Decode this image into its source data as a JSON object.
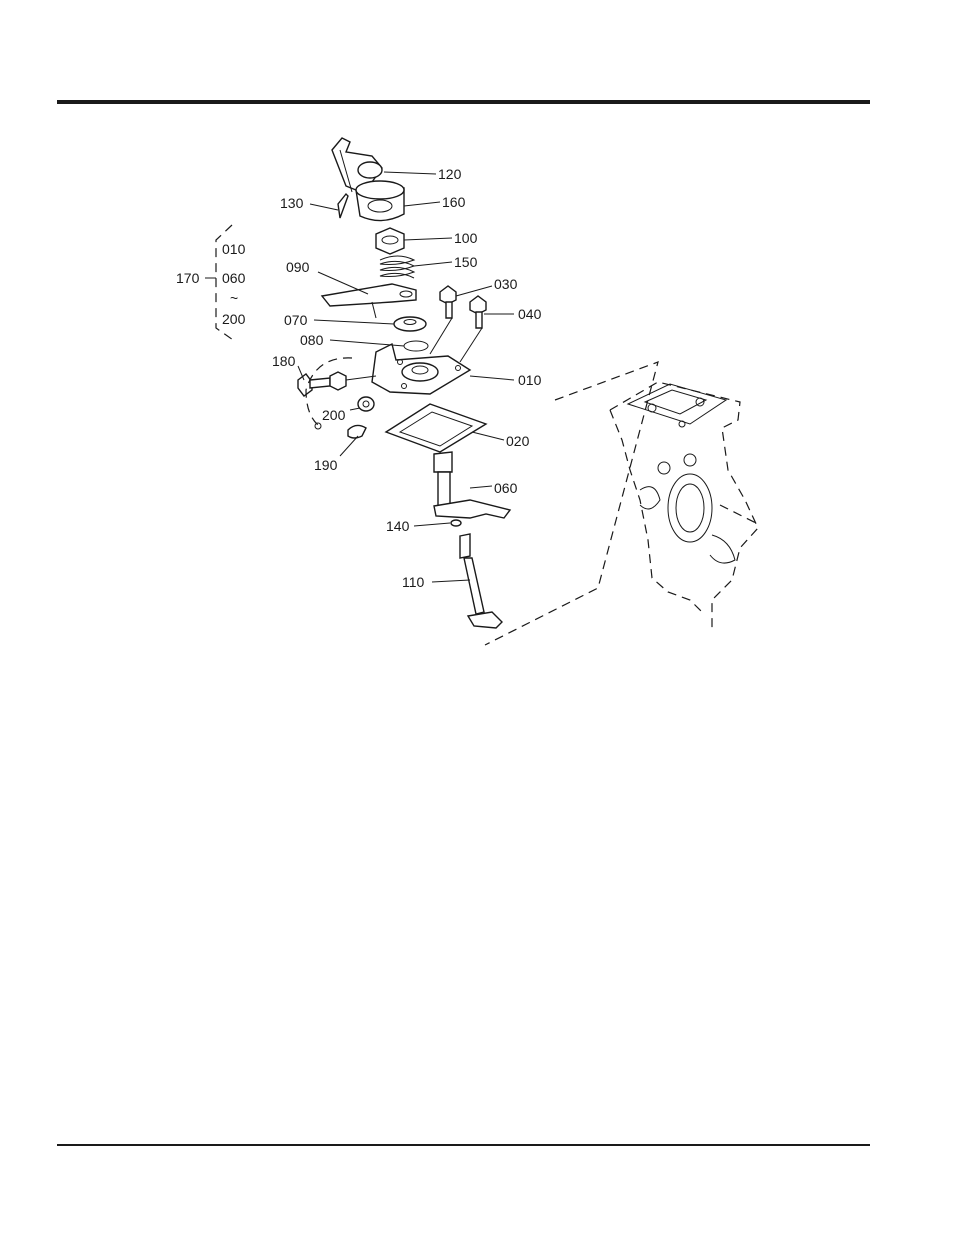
{
  "callouts": {
    "p120": "120",
    "p130": "130",
    "p160": "160",
    "p100": "100",
    "p150": "150",
    "p090": "090",
    "p030": "030",
    "p040": "040",
    "p070": "070",
    "p080": "080",
    "p180": "180",
    "p010": "010",
    "p200": "200",
    "p020": "020",
    "p190": "190",
    "p060": "060",
    "p140": "140",
    "p110": "110"
  },
  "assembly_group": {
    "label": "170",
    "items": [
      "010",
      "060",
      "200"
    ],
    "range_mark": "~"
  }
}
